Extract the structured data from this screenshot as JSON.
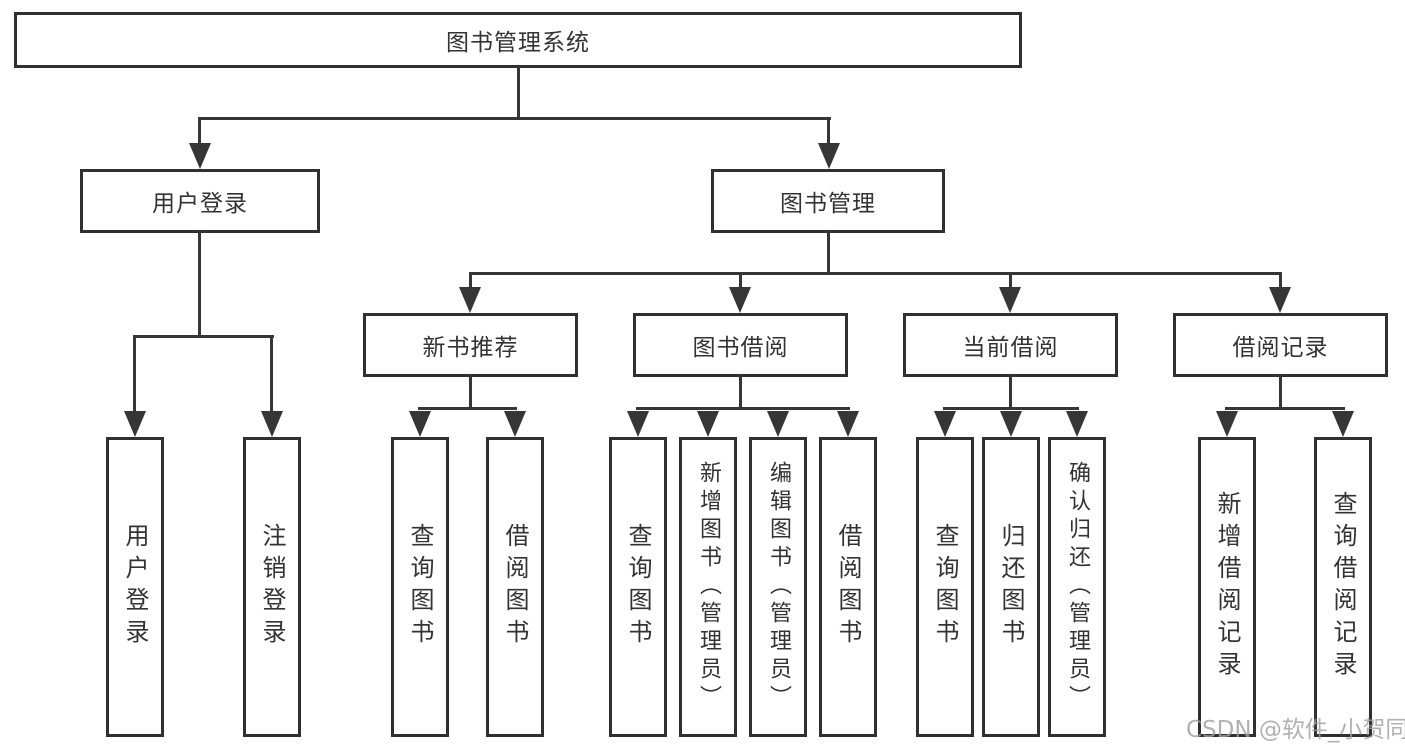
{
  "root": {
    "label": "图书管理系统",
    "children": [
      {
        "label": "用户登录",
        "children": [
          {
            "label": "用户登录"
          },
          {
            "label": "注销登录"
          }
        ]
      },
      {
        "label": "图书管理",
        "children": [
          {
            "label": "新书推荐",
            "children": [
              {
                "label": "查询图书"
              },
              {
                "label": "借阅图书"
              }
            ]
          },
          {
            "label": "图书借阅",
            "children": [
              {
                "label": "查询图书"
              },
              {
                "label": "新增图书（管理员）"
              },
              {
                "label": "编辑图书（管理员）"
              },
              {
                "label": "借阅图书"
              }
            ]
          },
          {
            "label": "当前借阅",
            "children": [
              {
                "label": "查询图书"
              },
              {
                "label": "归还图书"
              },
              {
                "label": "确认归还（管理员）"
              }
            ]
          },
          {
            "label": "借阅记录",
            "children": [
              {
                "label": "新增借阅记录"
              },
              {
                "label": "查询借阅记录"
              }
            ]
          }
        ]
      }
    ]
  },
  "watermark": {
    "text": "CSDN @软件_小贺同学"
  },
  "colors": {
    "line": "#363636",
    "box_border": "#303030",
    "box_background": "#ffffff",
    "text": "#333333",
    "watermark": "#a0a0a0",
    "background": "#ffffff"
  }
}
